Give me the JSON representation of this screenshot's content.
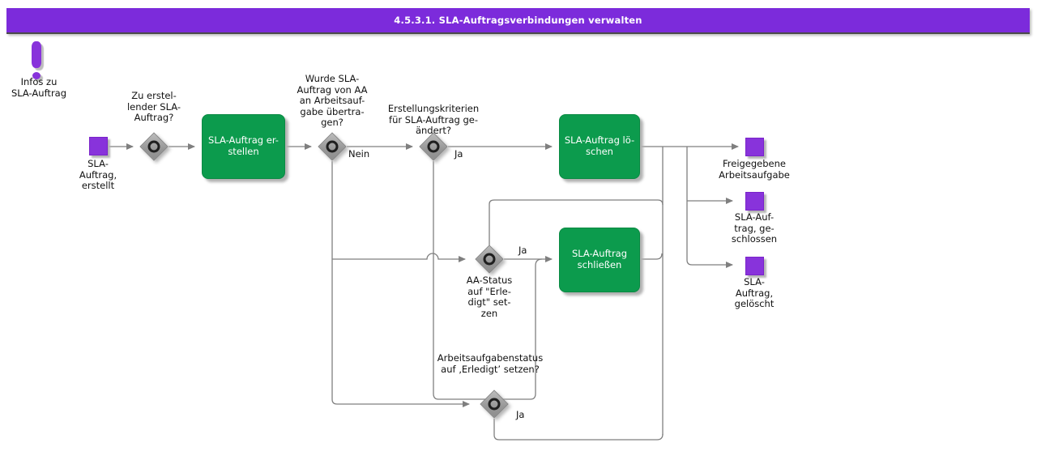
{
  "title_bar": {
    "title": "4.5.3.1. SLA-Auftragsverbindungen verwalten"
  },
  "colors": {
    "accent_purple": "#7c2bdb",
    "event_purple": "#8833db",
    "task_green": "#0c9b4d",
    "connector_gray": "#7f7f7f",
    "gateway_gray": "#999999"
  },
  "info_note": {
    "icon": "exclamation-icon",
    "label": "Infos zu\nSLA-Auftrag"
  },
  "events": {
    "start_created": {
      "label": "SLA-\nAuftrag,\nerstellt"
    },
    "end_released": {
      "label": "Freigegebene\nArbeitsaufgabe"
    },
    "end_closed": {
      "label": "SLA-Auf-\ntrag, ge-\nschlossen"
    },
    "end_deleted": {
      "label": "SLA-\nAuftrag,\ngelöscht"
    }
  },
  "gateways": {
    "g1_create": {
      "label": "Zu erstel-\nlender SLA-\nAuftrag?"
    },
    "g2_transferred": {
      "label": "Wurde SLA-\nAuftrag von AA\nan Arbeitsauf-\ngabe übertra-\ngen?",
      "branch_label": "Nein"
    },
    "g3_criteria": {
      "label": "Erstellungskriterien\nfür SLA-Auftrag ge-\nändert?",
      "branch_label": "Ja"
    },
    "g4_aa_status": {
      "label": "AA-Status\nauf \"Erle-\ndigt\" set-\nzen",
      "branch_label": "Ja"
    },
    "g5_workitem_status": {
      "label": "Arbeitsaufgabenstatus\nauf ‚Erledigt’ setzen?",
      "branch_label": "Ja"
    }
  },
  "tasks": {
    "create": {
      "label": "SLA-Auftrag er-\nstellen"
    },
    "delete": {
      "label": "SLA-Auftrag lö-\nschen"
    },
    "close": {
      "label": "SLA-Auftrag\nschließen"
    }
  }
}
